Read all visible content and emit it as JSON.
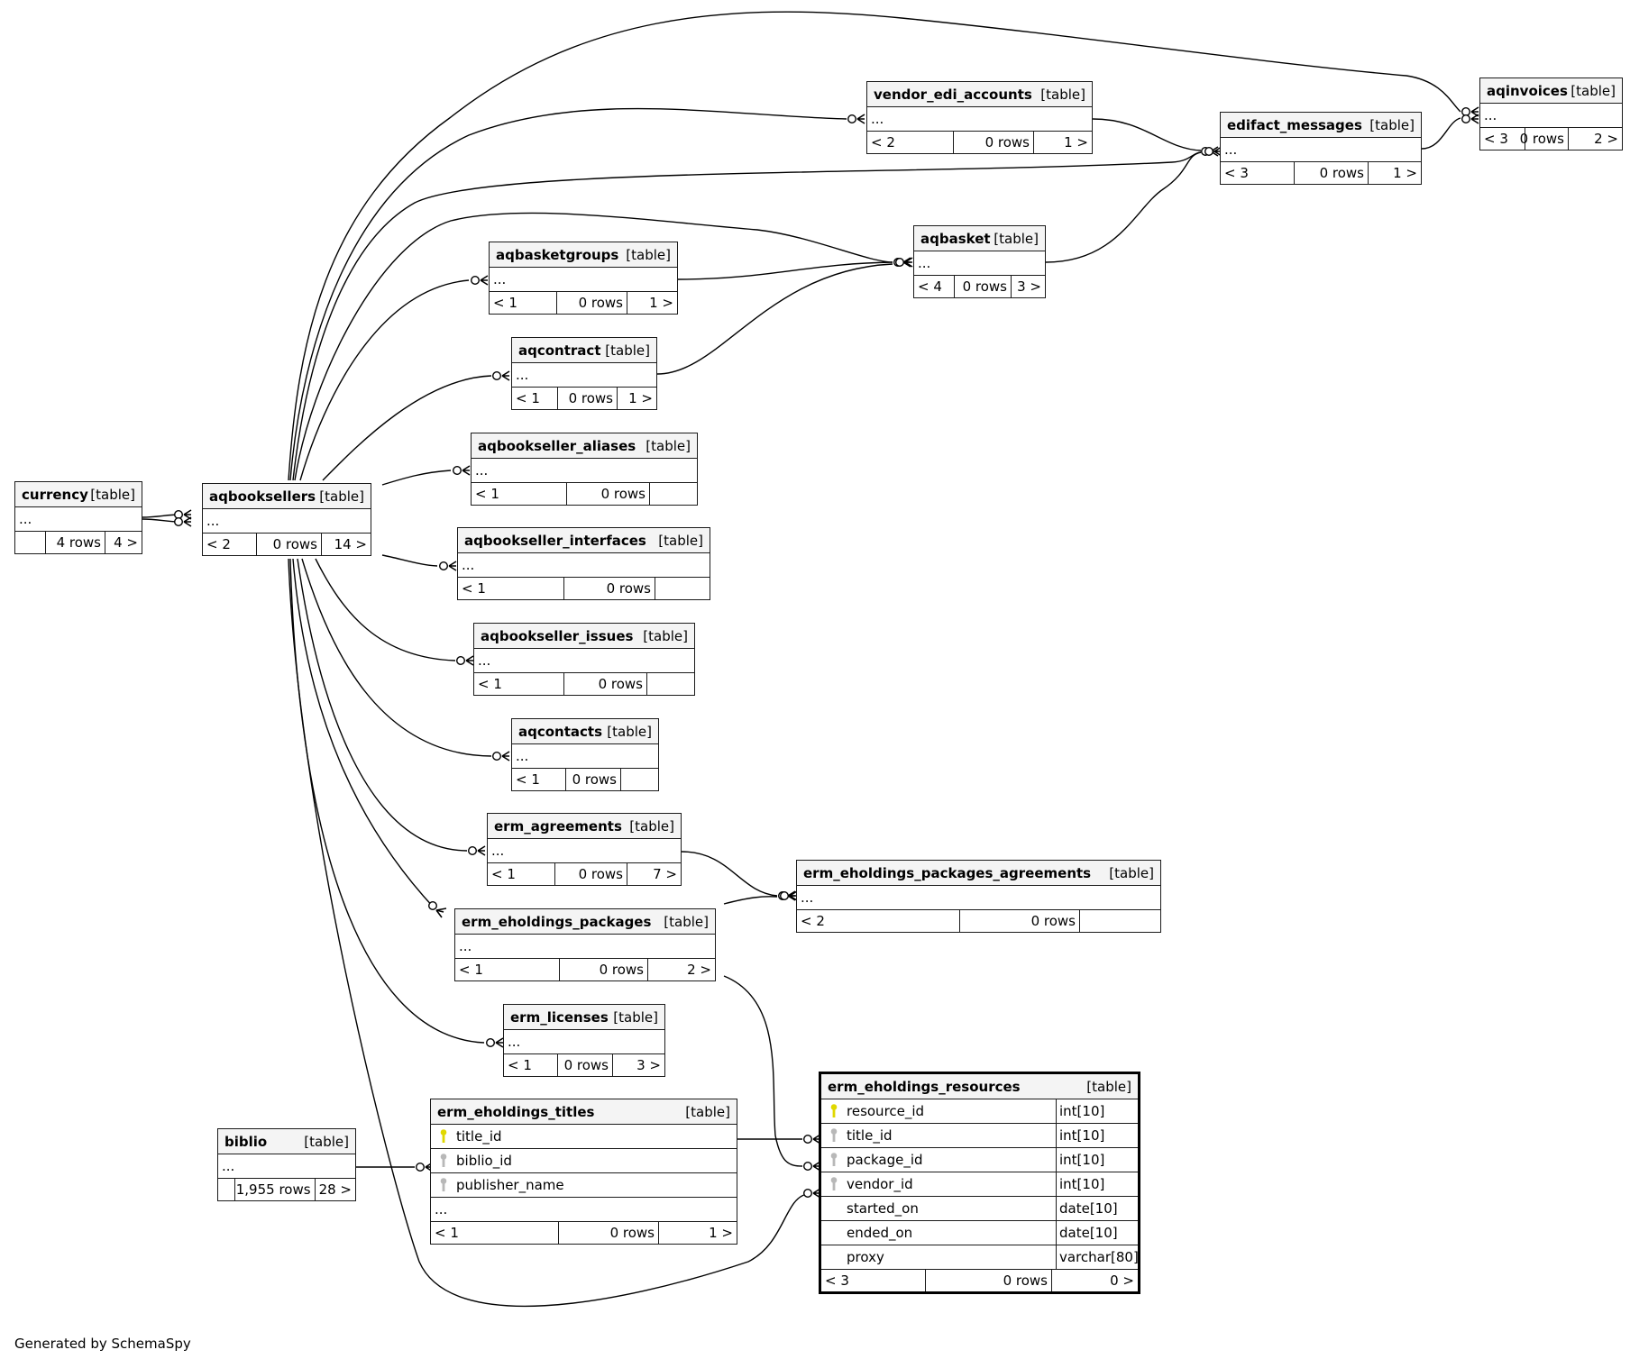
{
  "diagram": {
    "generator_note": "Generated by SchemaSpy",
    "focus_table": "erm_eholdings_resources",
    "tables": [
      {
        "id": "currency",
        "name": "currency",
        "kind": "[table]",
        "columns": [],
        "ellipsis": "...",
        "parents": "",
        "rows": "4 rows",
        "children": "4 >"
      },
      {
        "id": "aqbooksellers",
        "name": "aqbooksellers",
        "kind": "[table]",
        "columns": [],
        "ellipsis": "...",
        "parents": "< 2",
        "rows": "0 rows",
        "children": "14 >"
      },
      {
        "id": "vendor_edi_accounts",
        "name": "vendor_edi_accounts",
        "kind": "[table]",
        "columns": [],
        "ellipsis": "...",
        "parents": "< 2",
        "rows": "0 rows",
        "children": "1 >"
      },
      {
        "id": "edifact_messages",
        "name": "edifact_messages",
        "kind": "[table]",
        "columns": [],
        "ellipsis": "...",
        "parents": "< 3",
        "rows": "0 rows",
        "children": "1 >"
      },
      {
        "id": "aqinvoices",
        "name": "aqinvoices",
        "kind": "[table]",
        "columns": [],
        "ellipsis": "...",
        "parents": "< 3",
        "rows": "0 rows",
        "children": "2 >"
      },
      {
        "id": "aqbasket",
        "name": "aqbasket",
        "kind": "[table]",
        "columns": [],
        "ellipsis": "...",
        "parents": "< 4",
        "rows": "0 rows",
        "children": "3 >"
      },
      {
        "id": "aqbasketgroups",
        "name": "aqbasketgroups",
        "kind": "[table]",
        "columns": [],
        "ellipsis": "...",
        "parents": "< 1",
        "rows": "0 rows",
        "children": "1 >"
      },
      {
        "id": "aqcontract",
        "name": "aqcontract",
        "kind": "[table]",
        "columns": [],
        "ellipsis": "...",
        "parents": "< 1",
        "rows": "0 rows",
        "children": "1 >"
      },
      {
        "id": "aqbookseller_aliases",
        "name": "aqbookseller_aliases",
        "kind": "[table]",
        "columns": [],
        "ellipsis": "...",
        "parents": "< 1",
        "rows": "0 rows",
        "children": ""
      },
      {
        "id": "aqbookseller_interfaces",
        "name": "aqbookseller_interfaces",
        "kind": "[table]",
        "columns": [],
        "ellipsis": "...",
        "parents": "< 1",
        "rows": "0 rows",
        "children": ""
      },
      {
        "id": "aqbookseller_issues",
        "name": "aqbookseller_issues",
        "kind": "[table]",
        "columns": [],
        "ellipsis": "...",
        "parents": "< 1",
        "rows": "0 rows",
        "children": ""
      },
      {
        "id": "aqcontacts",
        "name": "aqcontacts",
        "kind": "[table]",
        "columns": [],
        "ellipsis": "...",
        "parents": "< 1",
        "rows": "0 rows",
        "children": ""
      },
      {
        "id": "erm_agreements",
        "name": "erm_agreements",
        "kind": "[table]",
        "columns": [],
        "ellipsis": "...",
        "parents": "< 1",
        "rows": "0 rows",
        "children": "7 >"
      },
      {
        "id": "erm_eholdings_packages_agreements",
        "name": "erm_eholdings_packages_agreements",
        "kind": "[table]",
        "columns": [],
        "ellipsis": "...",
        "parents": "< 2",
        "rows": "0 rows",
        "children": ""
      },
      {
        "id": "erm_eholdings_packages",
        "name": "erm_eholdings_packages",
        "kind": "[table]",
        "columns": [],
        "ellipsis": "...",
        "parents": "< 1",
        "rows": "0 rows",
        "children": "2 >"
      },
      {
        "id": "erm_licenses",
        "name": "erm_licenses",
        "kind": "[table]",
        "columns": [],
        "ellipsis": "...",
        "parents": "< 1",
        "rows": "0 rows",
        "children": "3 >"
      },
      {
        "id": "biblio",
        "name": "biblio",
        "kind": "[table]",
        "columns": [],
        "ellipsis": "...",
        "parents": "",
        "rows": "1,955 rows",
        "children": "28 >"
      },
      {
        "id": "erm_eholdings_titles",
        "name": "erm_eholdings_titles",
        "kind": "[table]",
        "columns": [
          {
            "name": "title_id",
            "key": "primary",
            "type": ""
          },
          {
            "name": "biblio_id",
            "key": "foreign",
            "type": ""
          },
          {
            "name": "publisher_name",
            "key": "foreign",
            "type": ""
          }
        ],
        "ellipsis": "...",
        "parents": "< 1",
        "rows": "0 rows",
        "children": "1 >"
      },
      {
        "id": "erm_eholdings_resources",
        "name": "erm_eholdings_resources",
        "kind": "[table]",
        "columns": [
          {
            "name": "resource_id",
            "key": "primary",
            "type": "int[10]"
          },
          {
            "name": "title_id",
            "key": "foreign",
            "type": "int[10]"
          },
          {
            "name": "package_id",
            "key": "foreign",
            "type": "int[10]"
          },
          {
            "name": "vendor_id",
            "key": "foreign",
            "type": "int[10]"
          },
          {
            "name": "started_on",
            "key": "",
            "type": "date[10]"
          },
          {
            "name": "ended_on",
            "key": "",
            "type": "date[10]"
          },
          {
            "name": "proxy",
            "key": "",
            "type": "varchar[80]"
          }
        ],
        "ellipsis": "",
        "parents": "< 3",
        "rows": "0 rows",
        "children": "0 >"
      }
    ],
    "relationships": [
      {
        "parent": "currency",
        "child": "aqbooksellers",
        "cardinality": "zero-or-many"
      },
      {
        "parent": "currency",
        "child": "aqbooksellers",
        "cardinality": "zero-or-many"
      },
      {
        "parent": "aqbooksellers",
        "child": "vendor_edi_accounts",
        "cardinality": "zero-or-many"
      },
      {
        "parent": "aqbooksellers",
        "child": "edifact_messages",
        "cardinality": "zero-or-many"
      },
      {
        "parent": "aqbooksellers",
        "child": "aqinvoices",
        "cardinality": "zero-or-many"
      },
      {
        "parent": "aqbooksellers",
        "child": "aqbasket",
        "cardinality": "zero-or-many"
      },
      {
        "parent": "aqbooksellers",
        "child": "aqbasketgroups",
        "cardinality": "zero-or-many"
      },
      {
        "parent": "aqbooksellers",
        "child": "aqcontract",
        "cardinality": "zero-or-many"
      },
      {
        "parent": "aqbooksellers",
        "child": "aqbookseller_aliases",
        "cardinality": "zero-or-many"
      },
      {
        "parent": "aqbooksellers",
        "child": "aqbookseller_interfaces",
        "cardinality": "zero-or-many"
      },
      {
        "parent": "aqbooksellers",
        "child": "aqbookseller_issues",
        "cardinality": "zero-or-many"
      },
      {
        "parent": "aqbooksellers",
        "child": "aqcontacts",
        "cardinality": "zero-or-many"
      },
      {
        "parent": "aqbooksellers",
        "child": "erm_agreements",
        "cardinality": "zero-or-many"
      },
      {
        "parent": "aqbooksellers",
        "child": "erm_eholdings_packages",
        "cardinality": "zero-or-many"
      },
      {
        "parent": "aqbooksellers",
        "child": "erm_licenses",
        "cardinality": "zero-or-many"
      },
      {
        "parent": "aqbooksellers",
        "child": "erm_eholdings_resources",
        "cardinality": "zero-or-many"
      },
      {
        "parent": "vendor_edi_accounts",
        "child": "edifact_messages",
        "cardinality": "zero-or-many"
      },
      {
        "parent": "aqbasket",
        "child": "edifact_messages",
        "cardinality": "zero-or-many"
      },
      {
        "parent": "edifact_messages",
        "child": "aqinvoices",
        "cardinality": "zero-or-many"
      },
      {
        "parent": "aqbasketgroups",
        "child": "aqbasket",
        "cardinality": "zero-or-many"
      },
      {
        "parent": "aqcontract",
        "child": "aqbasket",
        "cardinality": "zero-or-many"
      },
      {
        "parent": "erm_agreements",
        "child": "erm_eholdings_packages_agreements",
        "cardinality": "zero-or-many"
      },
      {
        "parent": "erm_eholdings_packages",
        "child": "erm_eholdings_packages_agreements",
        "cardinality": "zero-or-many"
      },
      {
        "parent": "erm_eholdings_packages",
        "child": "erm_eholdings_resources",
        "cardinality": "zero-or-many"
      },
      {
        "parent": "erm_eholdings_titles",
        "child": "erm_eholdings_resources",
        "cardinality": "zero-or-many"
      },
      {
        "parent": "biblio",
        "child": "erm_eholdings_titles",
        "cardinality": "zero-or-many"
      }
    ],
    "colors": {
      "primary_key": "#e0d800",
      "foreign_key": "#b8b8b8",
      "header_bg": "#f4f4f4",
      "line": "#000000"
    }
  }
}
